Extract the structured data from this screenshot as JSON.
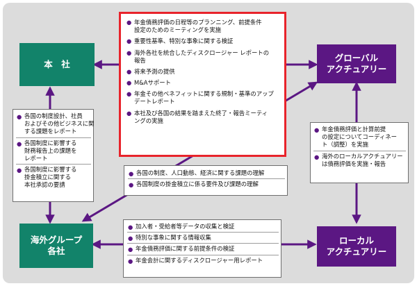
{
  "colors": {
    "green": "#12836a",
    "purple": "#5b1783",
    "red": "#e8232b",
    "panel": "#dcdcdc"
  },
  "entities": {
    "honsha": {
      "lines": [
        "本　社"
      ]
    },
    "global_actuary": {
      "lines": [
        "グローバル",
        "アクチュアリー"
      ]
    },
    "overseas_group": {
      "lines": [
        "海外グループ",
        "各社"
      ]
    },
    "local_actuary": {
      "lines": [
        "ローカル",
        "アクチュアリー"
      ]
    }
  },
  "boxes": {
    "center": {
      "items": [
        {
          "lines": [
            "年金債務評価の日程等のプランニング、前提条件",
            "設定のためのミーティングを実施"
          ]
        },
        {
          "lines": [
            "重要性基準、特別な事象に関する検証"
          ]
        },
        {
          "lines": [
            "海外各社を統合したディスクロージャー レポートの",
            "報告"
          ]
        },
        {
          "lines": [
            "将来予測の提供"
          ]
        },
        {
          "lines": [
            "M&Aサポート"
          ]
        },
        {
          "lines": [
            "年金その他ベネフィットに関する規制・基準のアップ",
            "デートレポート"
          ]
        },
        {
          "lines": [
            "本社及び各国の結果を踏まえた終了・報告ミーティ",
            "ングの実施"
          ]
        }
      ]
    },
    "left": {
      "items": [
        {
          "lines": [
            "各国の制度設計、社員",
            "およびその他ビジネスに関",
            "する課題をレポート"
          ]
        },
        {
          "lines": [
            "各国制度に影響する",
            "財務報告上の課題を",
            "レポート"
          ]
        },
        {
          "lines": [
            "各国制度に影響する",
            "掛金積立に関する",
            "本社承認の要請"
          ]
        }
      ]
    },
    "right": {
      "items": [
        {
          "lines": [
            "年金債務評価と計算前提",
            "の設定についてコーディネー",
            "ト（調整）を実施"
          ]
        },
        {
          "lines": [
            "海外のローカルアクチュアリー",
            "は債務評価を実施・報告"
          ]
        }
      ]
    },
    "middle": {
      "items": [
        {
          "lines": [
            "各国の制度、人口動態、経済に関する課題の理解"
          ]
        },
        {
          "lines": [
            "各国制度の掛金積立に係る要件及び課題の理解"
          ]
        }
      ]
    },
    "bottom": {
      "items": [
        {
          "lines": [
            "加入者・受給者等データの収集と検証"
          ]
        },
        {
          "lines": [
            "特別な事象に関する情報収集"
          ]
        },
        {
          "lines": [
            "年金債務評価に関する前提条件の検証"
          ]
        },
        {
          "lines": [
            "年金会計に関するディスクロージャー用レポート"
          ]
        }
      ]
    }
  },
  "bullet_glyph": "●"
}
